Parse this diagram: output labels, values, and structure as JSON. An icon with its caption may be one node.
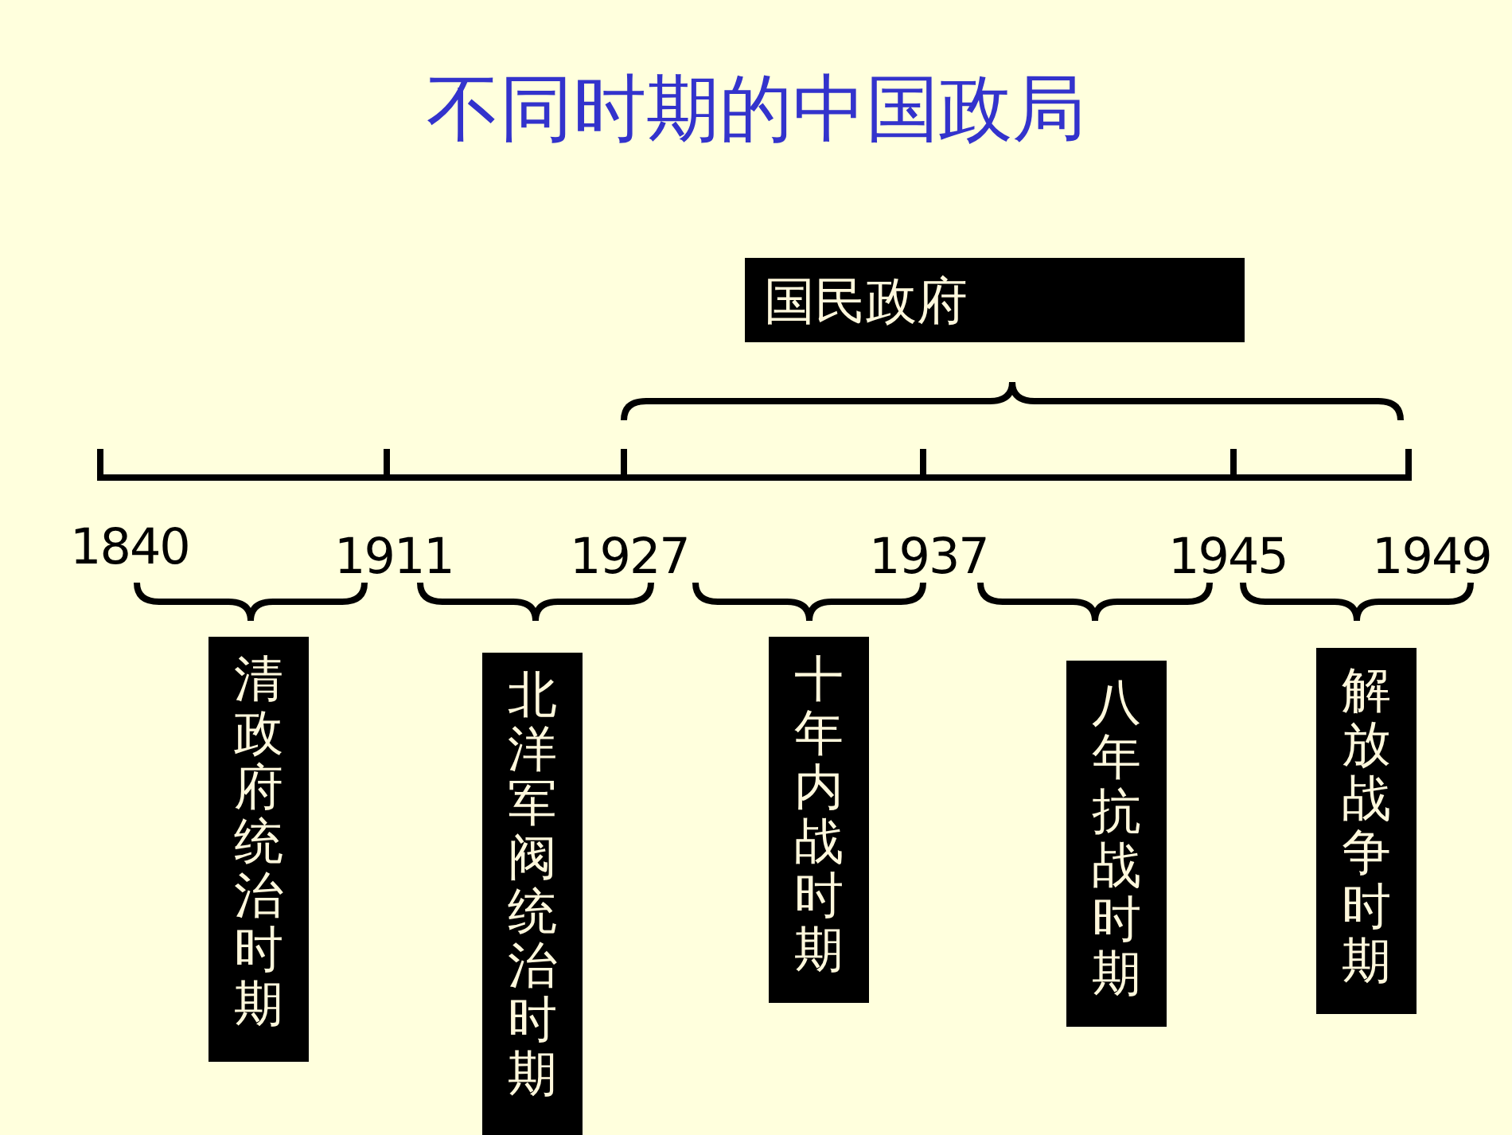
{
  "diagram": {
    "title": "不同时期的中国政局",
    "nodes": [
      {
        "text": [
          "国民政府"
        ]
      },
      {
        "text": [
          "清政府统治时期"
        ]
      },
      {
        "text": [
          "北洋军阀统治时期"
        ]
      },
      {
        "text": [
          "十年内战时期"
        ]
      },
      {
        "text": [
          "八年抗战时期"
        ]
      },
      {
        "text": [
          "解放战争时期"
        ]
      }
    ],
    "edges": [],
    "labels": [
      "1840",
      "1911",
      "1927",
      "1937",
      "1945",
      "1949"
    ]
  }
}
